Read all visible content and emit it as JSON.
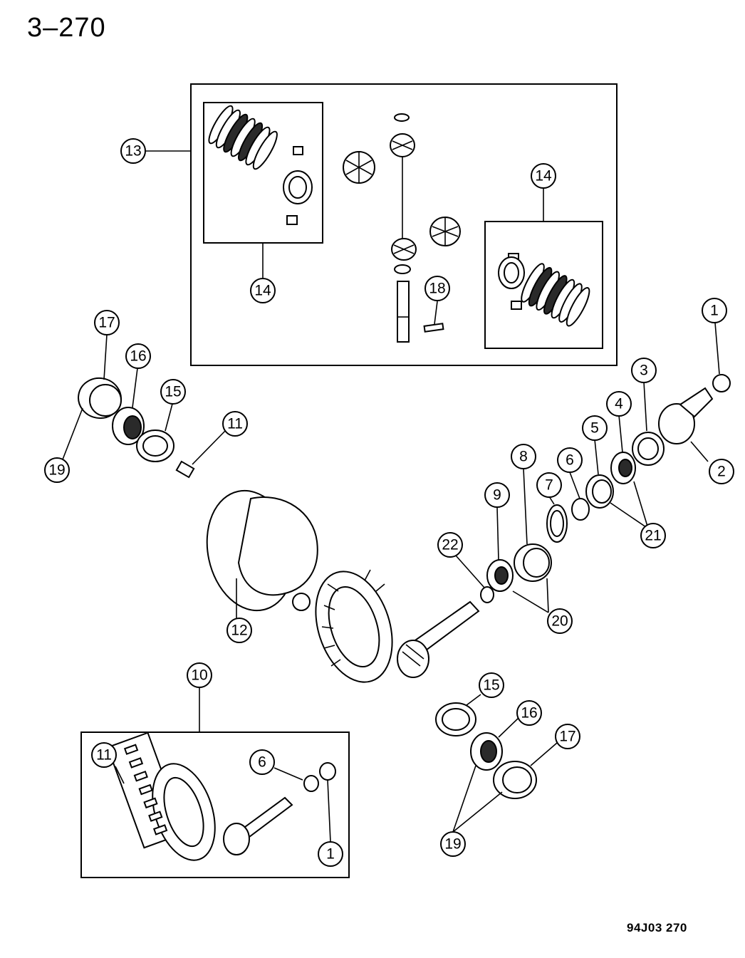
{
  "header": {
    "page_number": "3–270"
  },
  "footer": {
    "figure_code": "94J03  270"
  },
  "callouts": {
    "c1_top": "1",
    "c2": "2",
    "c3": "3",
    "c4": "4",
    "c5": "5",
    "c6_mid": "6",
    "c7": "7",
    "c8": "8",
    "c9": "9",
    "c10": "10",
    "c11_bolt": "11",
    "c11_kit": "11",
    "c12": "12",
    "c13": "13",
    "c14_left": "14",
    "c14_right": "14",
    "c15_upper": "15",
    "c15_lower": "15",
    "c16_upper": "16",
    "c16_lower": "16",
    "c17_upper": "17",
    "c17_lower": "17",
    "c18": "18",
    "c19_upper": "19",
    "c19_lower": "19",
    "c20": "20",
    "c21": "21",
    "c22": "22",
    "c6_kit": "6",
    "c1_kit": "1"
  }
}
